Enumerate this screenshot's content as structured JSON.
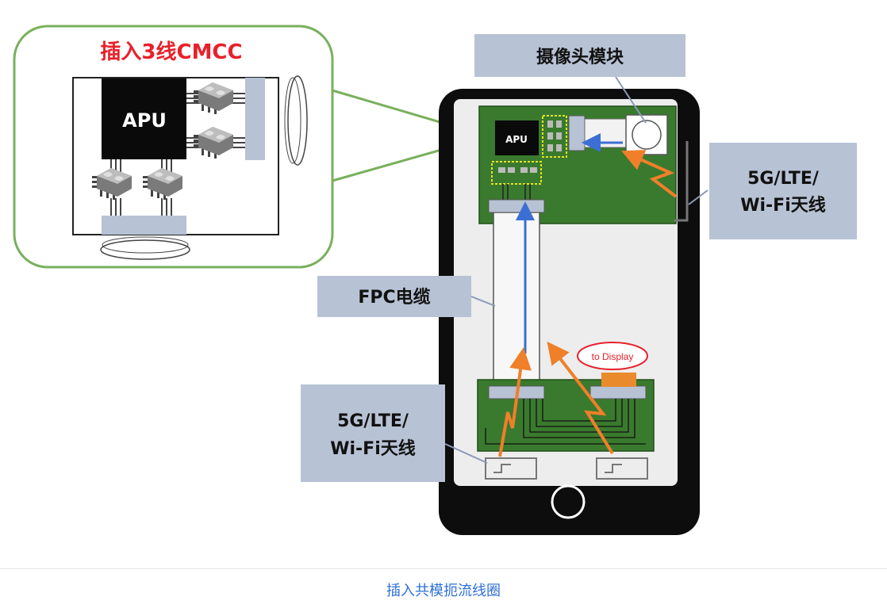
{
  "callout": {
    "title": "插入3线CMCC",
    "chip_label": "APU"
  },
  "phone": {
    "chip_label": "APU",
    "display_tag": "to Display"
  },
  "labels": {
    "camera": "摄像头模块",
    "antenna_top_line1": "5G/LTE/",
    "antenna_top_line2": "Wi-Fi天线",
    "fpc": "FPC电缆",
    "antenna_bottom_line1": "5G/LTE/",
    "antenna_bottom_line2": "Wi-Fi天线"
  },
  "caption": "插入共模扼流线圈",
  "colors": {
    "title_red": "#e8202a",
    "board_green": "#3a7a2e",
    "label_box": "#b7c2d4",
    "signal_blue": "#3b6fd4",
    "noise_orange": "#f07f2a",
    "callout_border": "#79b05c",
    "caption_blue": "#2f6fd6"
  }
}
